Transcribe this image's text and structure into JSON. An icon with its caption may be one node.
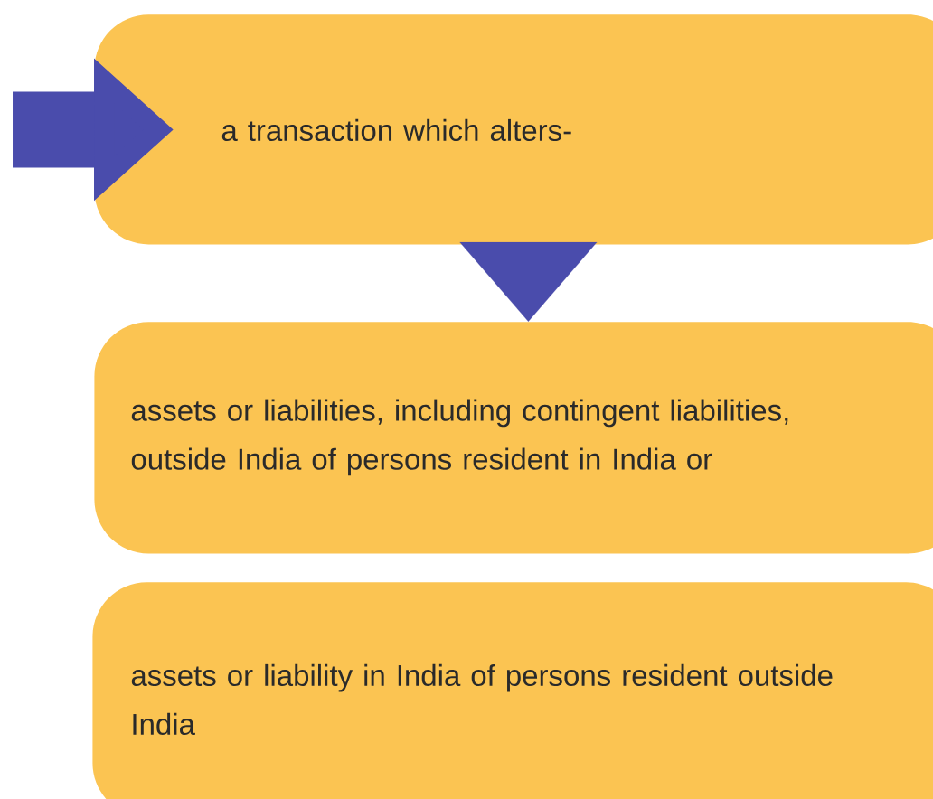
{
  "diagram": {
    "nodes": [
      {
        "text": [
          "a transaction which alters-"
        ]
      },
      {
        "text": [
          "assets or liabilities, including contingent liabilities, outside India of persons resident in India or"
        ]
      },
      {
        "text": [
          "assets or liability in India of persons resident outside India"
        ]
      }
    ],
    "edges": [
      {
        "from": null,
        "to": 0,
        "arrow": "to"
      },
      {
        "from": 0,
        "to": 1,
        "arrow": "to"
      }
    ]
  }
}
